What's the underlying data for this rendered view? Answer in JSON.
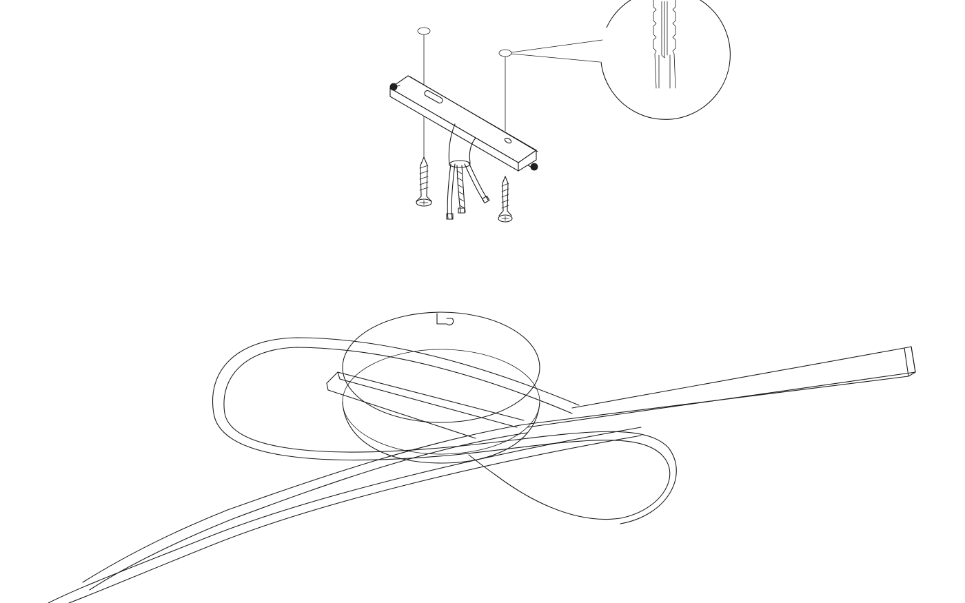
{
  "diagram": {
    "parts": [
      {
        "name": "mounting-bracket"
      },
      {
        "name": "wall-plug-left"
      },
      {
        "name": "wall-plug-right"
      },
      {
        "name": "screw-left"
      },
      {
        "name": "screw-right"
      },
      {
        "name": "power-cable"
      },
      {
        "name": "detail-magnifier"
      },
      {
        "name": "ceiling-canopy"
      },
      {
        "name": "led-ribbon-arm"
      }
    ],
    "colors": {
      "stroke": "#1a1a1a",
      "background": "#ffffff"
    }
  }
}
